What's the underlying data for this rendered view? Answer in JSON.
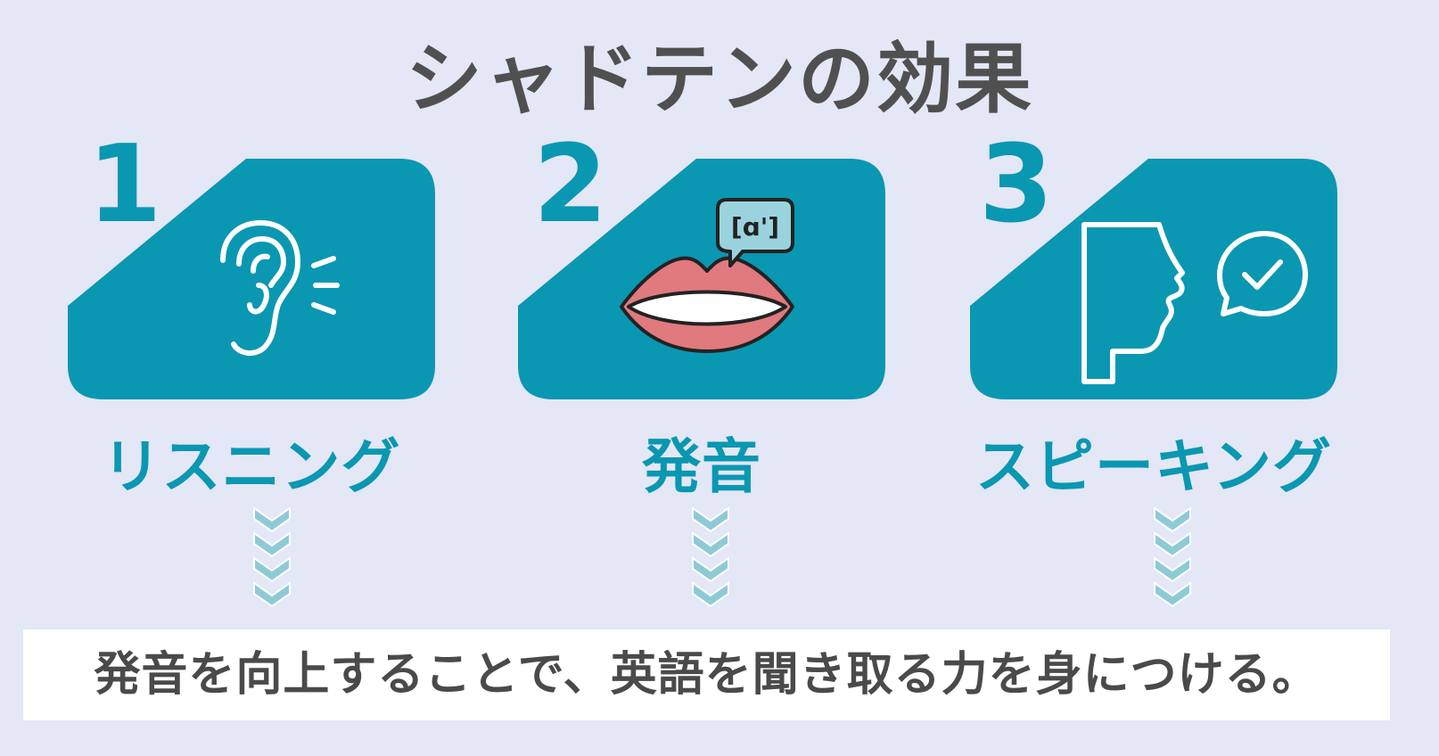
{
  "title": "シャドテンの効果",
  "colors": {
    "background": "#e4e7f6",
    "accent": "#0a97b2",
    "chevron": "#8ecad6",
    "title_text": "#505050",
    "banner_bg": "#ffffff"
  },
  "steps": [
    {
      "number": "1",
      "label": "リスニング",
      "icon": "ear-icon"
    },
    {
      "number": "2",
      "label": "発音",
      "icon": "lips-speech-bubble-icon"
    },
    {
      "number": "3",
      "label": "スピーキング",
      "icon": "speaking-head-icon"
    }
  ],
  "phonetic_symbol": "[ɑ']",
  "conclusion": "発音を向上することで、英語を聞き取る力を身につける。"
}
